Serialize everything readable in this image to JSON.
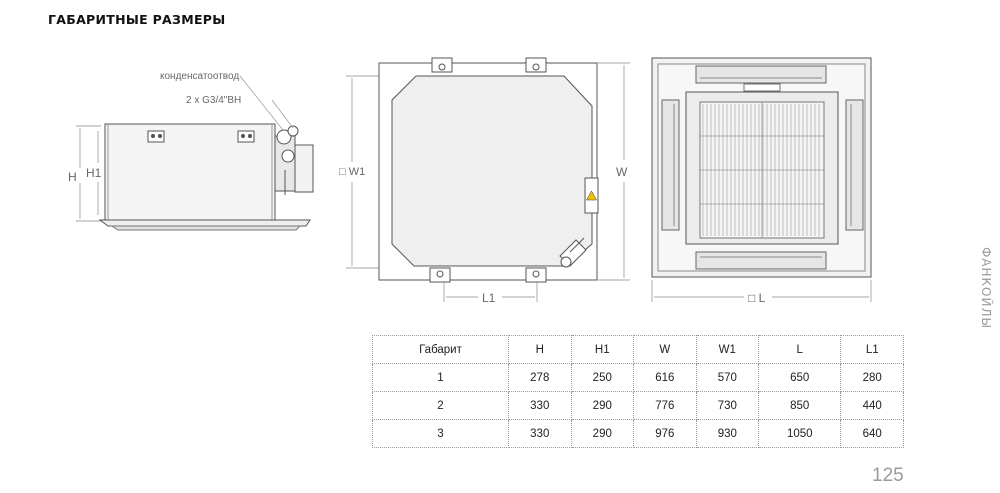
{
  "page": {
    "title": "ГАБАРИТНЫЕ РАЗМЕРЫ",
    "side_label": "ФАНКОЙЛЫ",
    "page_number": "125"
  },
  "drawings": {
    "side_view": {
      "label_h": "H",
      "label_h1": "H1",
      "callout_drain": "конденсатоотвод",
      "callout_pipes": "2 x G3/4\"ВН"
    },
    "top_view": {
      "label_w1": "□ W1",
      "label_w": "W",
      "label_l1": "L1"
    },
    "front_view": {
      "label_l": "□ L"
    }
  },
  "table": {
    "headers": [
      "Габарит",
      "H",
      "H1",
      "W",
      "W1",
      "L",
      "L1"
    ],
    "rows": [
      [
        "1",
        "278",
        "250",
        "616",
        "570",
        "650",
        "280"
      ],
      [
        "2",
        "330",
        "290",
        "776",
        "730",
        "850",
        "440"
      ],
      [
        "3",
        "330",
        "290",
        "976",
        "930",
        "1050",
        "640"
      ]
    ]
  }
}
